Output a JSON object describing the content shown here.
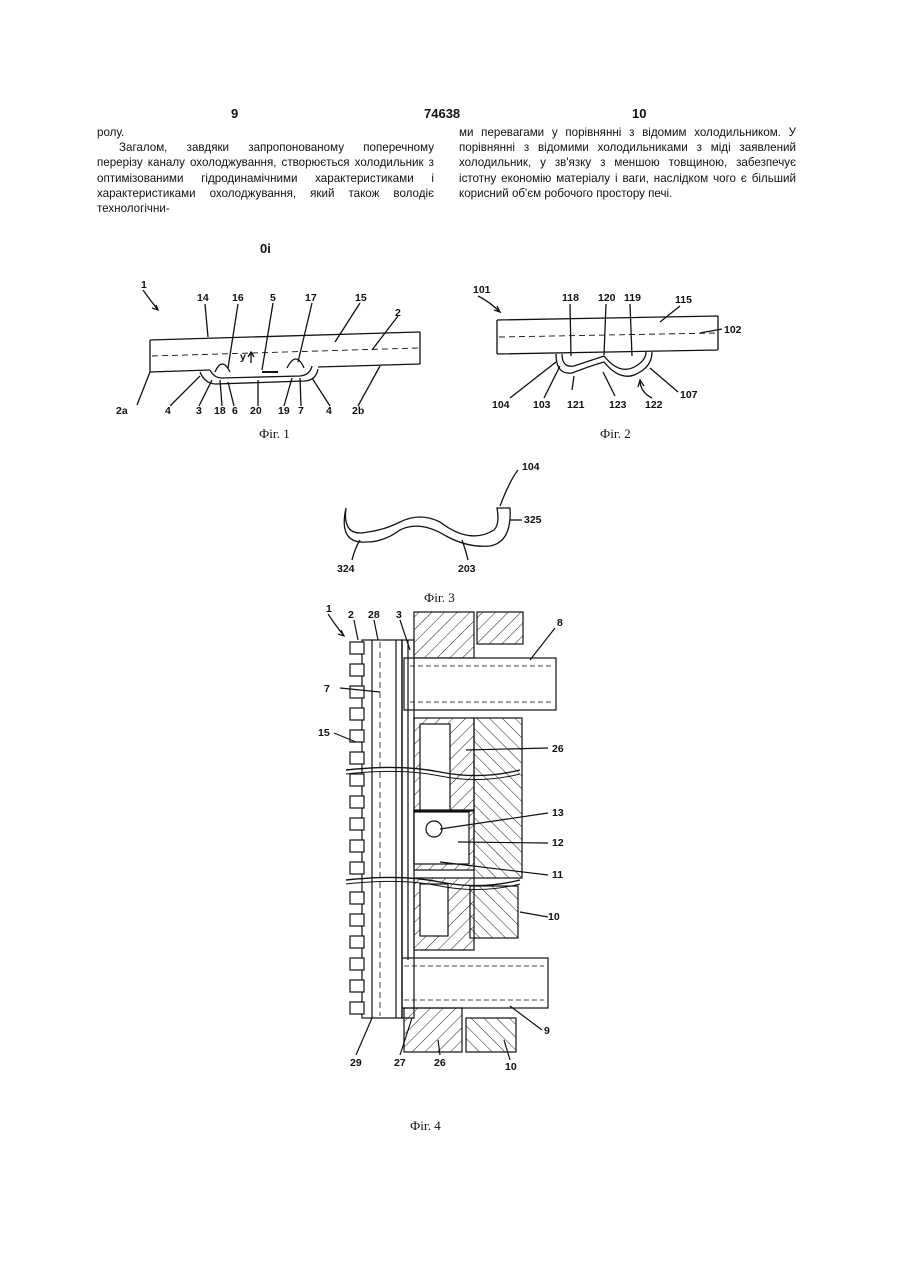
{
  "header": {
    "page_left": "9",
    "patent_number": "74638",
    "page_right": "10"
  },
  "text": {
    "left": {
      "p1": "ролу.",
      "p2": "Загалом, завдяки запропонованому поперечному перерізу каналу охолоджування, створюється холодильник з оптимізованими гідродинамічними характеристиками і характеристиками охолоджування, який також володіє технологічни-"
    },
    "right": {
      "p1": "ми перевагами у порівнянні з відомим холодильником. У порівнянні з відомими холодильниками з міді заявлений холодильник, у зв'язку з меншою товщиною, забезпечує істотну економію матеріалу і ваги, наслідком чого є більший корисний об'єм робочого простору печі."
    }
  },
  "stray_mark": "0i",
  "figures": {
    "fig1": {
      "caption": "Фіг. 1",
      "labels": [
        "1",
        "14",
        "16",
        "5",
        "17",
        "15",
        "2",
        "y",
        "2a",
        "4",
        "3",
        "18",
        "6",
        "20",
        "19",
        "7",
        "4",
        "2b"
      ]
    },
    "fig2": {
      "caption": "Фіг. 2",
      "labels": [
        "101",
        "118",
        "120",
        "119",
        "115",
        "102",
        "104",
        "103",
        "121",
        "123",
        "122",
        "107"
      ]
    },
    "fig3": {
      "caption": "Фіг. 3",
      "labels": [
        "104",
        "325",
        "324",
        "203"
      ]
    },
    "fig4": {
      "caption": "Фіг. 4",
      "labels": [
        "1",
        "2",
        "28",
        "3",
        "8",
        "7",
        "15",
        "26",
        "13",
        "12",
        "11",
        "10",
        "9",
        "29",
        "27",
        "26",
        "10"
      ]
    }
  }
}
